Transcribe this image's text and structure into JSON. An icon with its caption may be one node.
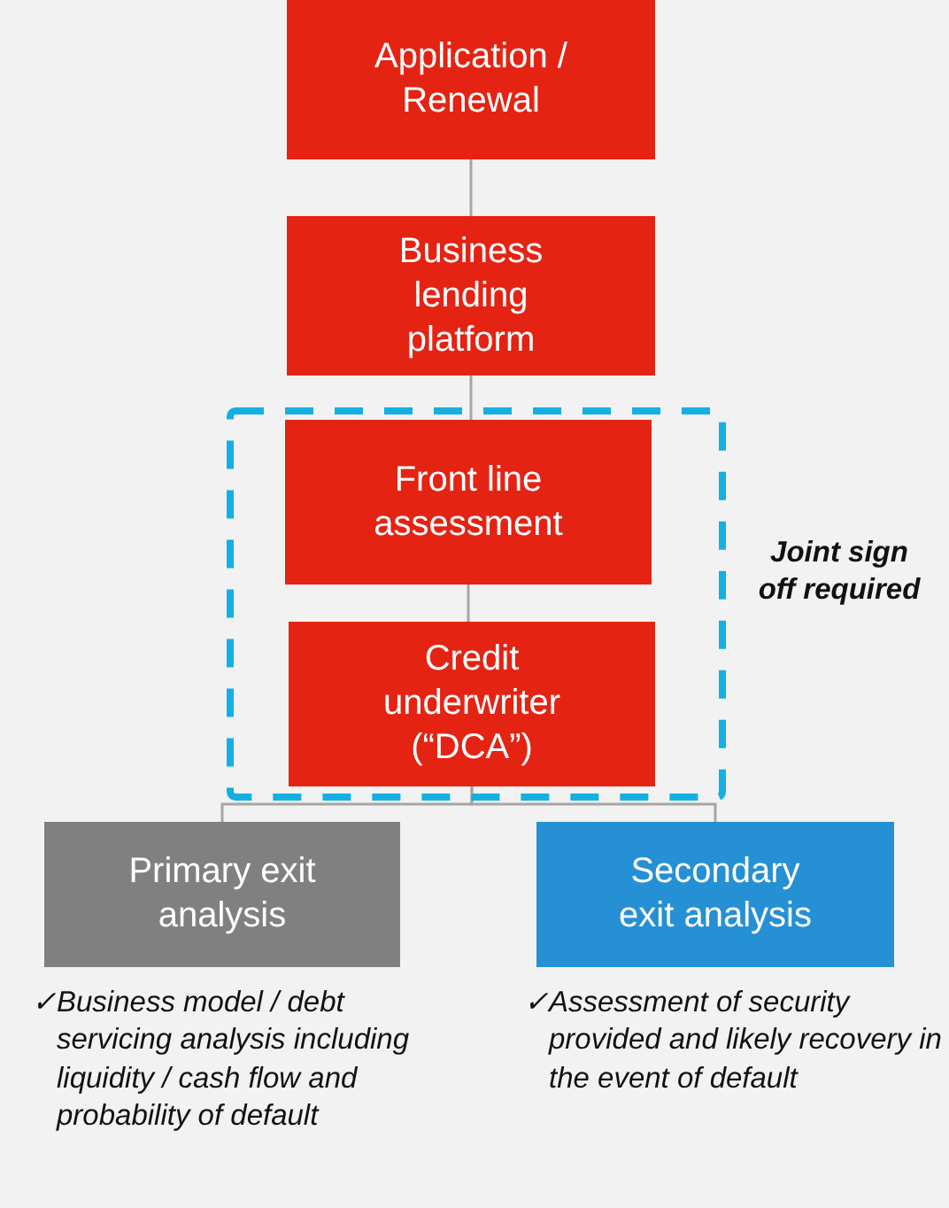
{
  "diagram": {
    "nodes": [
      {
        "text": [
          "Application / Renewal"
        ]
      },
      {
        "text": [
          "Business lending platform"
        ]
      },
      {
        "text": [],
        "shape": "box",
        "beside": [
          "Joint sign off required"
        ]
      },
      {
        "text": [
          "Front line assessment"
        ],
        "in": 2
      },
      {
        "text": [
          "Credit underwriter (“DCA”)"
        ],
        "in": 2
      },
      {
        "text": [
          "Primary exit analysis"
        ],
        "beside": [
          "✓Business model / debt servicing analysis including liquidity / cash flow and probability of default"
        ]
      },
      {
        "text": [
          "Secondary exit analysis"
        ],
        "beside": [
          "✓Assessment of security provided and likely recovery in the event of default"
        ]
      }
    ],
    "edges": [
      {
        "from": 0,
        "to": 1,
        "arrow": "none"
      },
      {
        "from": 1,
        "to": 3,
        "arrow": "none"
      },
      {
        "from": 3,
        "to": 4,
        "arrow": "none"
      },
      {
        "from": 4,
        "to": 5,
        "arrow": "none"
      },
      {
        "from": 4,
        "to": 6,
        "arrow": "none"
      }
    ]
  }
}
